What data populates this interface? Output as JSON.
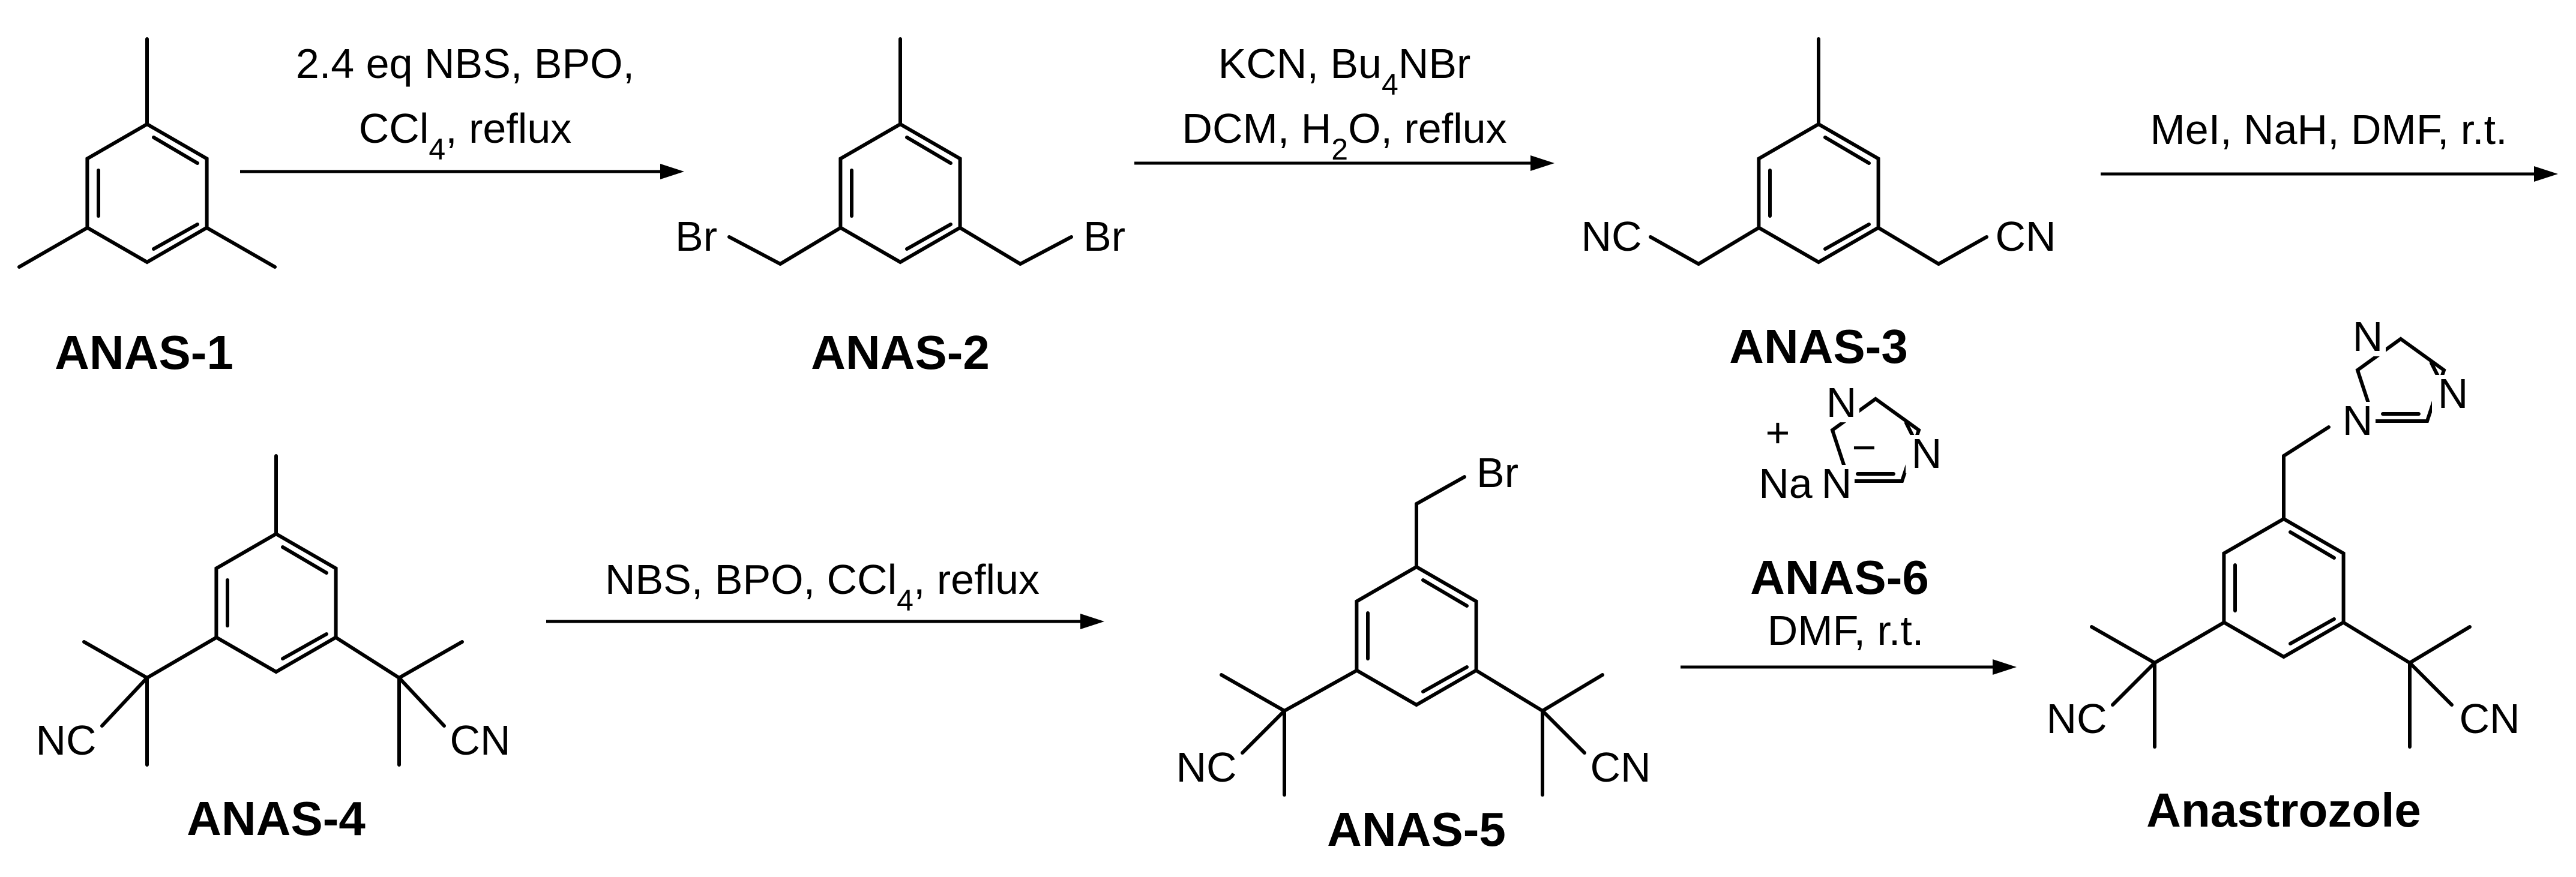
{
  "compounds": {
    "anas1": {
      "label": "ANAS-1"
    },
    "anas2": {
      "label": "ANAS-2",
      "left_atom": "Br",
      "right_atom": "Br"
    },
    "anas3": {
      "label": "ANAS-3",
      "left_atom": "NC",
      "right_atom": "CN"
    },
    "anas4": {
      "label": "ANAS-4",
      "left_atom": "NC",
      "right_atom": "CN"
    },
    "anas5": {
      "label": "ANAS-5",
      "top_atom": "Br",
      "left_atom": "NC",
      "right_atom": "CN"
    },
    "anas6": {
      "label": "ANAS-6",
      "charge_plus": "+",
      "counterion": "Na",
      "charge_minus": "−",
      "ring_atoms": [
        "N",
        "N",
        "N"
      ]
    },
    "anastrozole": {
      "label": "Anastrozole",
      "left_atom": "NC",
      "right_atom": "CN",
      "ring_atoms": [
        "N",
        "N",
        "N"
      ]
    }
  },
  "reactions": {
    "step1": {
      "line1": "2.4 eq NBS, BPO,",
      "line2": "CCl",
      "line2_sub": "4",
      "line2_end": ", reflux"
    },
    "step2": {
      "line1": "KCN, Bu",
      "line1_sub": "4",
      "line1_end": "NBr",
      "line2": "DCM, H",
      "line2_sub": "2",
      "line2_end": "O, reflux"
    },
    "step3": {
      "line1": "MeI, NaH, DMF, r.t."
    },
    "step4": {
      "line1": "NBS, BPO, CCl",
      "line1_sub": "4",
      "line1_end": ", reflux"
    },
    "step5": {
      "line1": "DMF, r.t."
    }
  }
}
